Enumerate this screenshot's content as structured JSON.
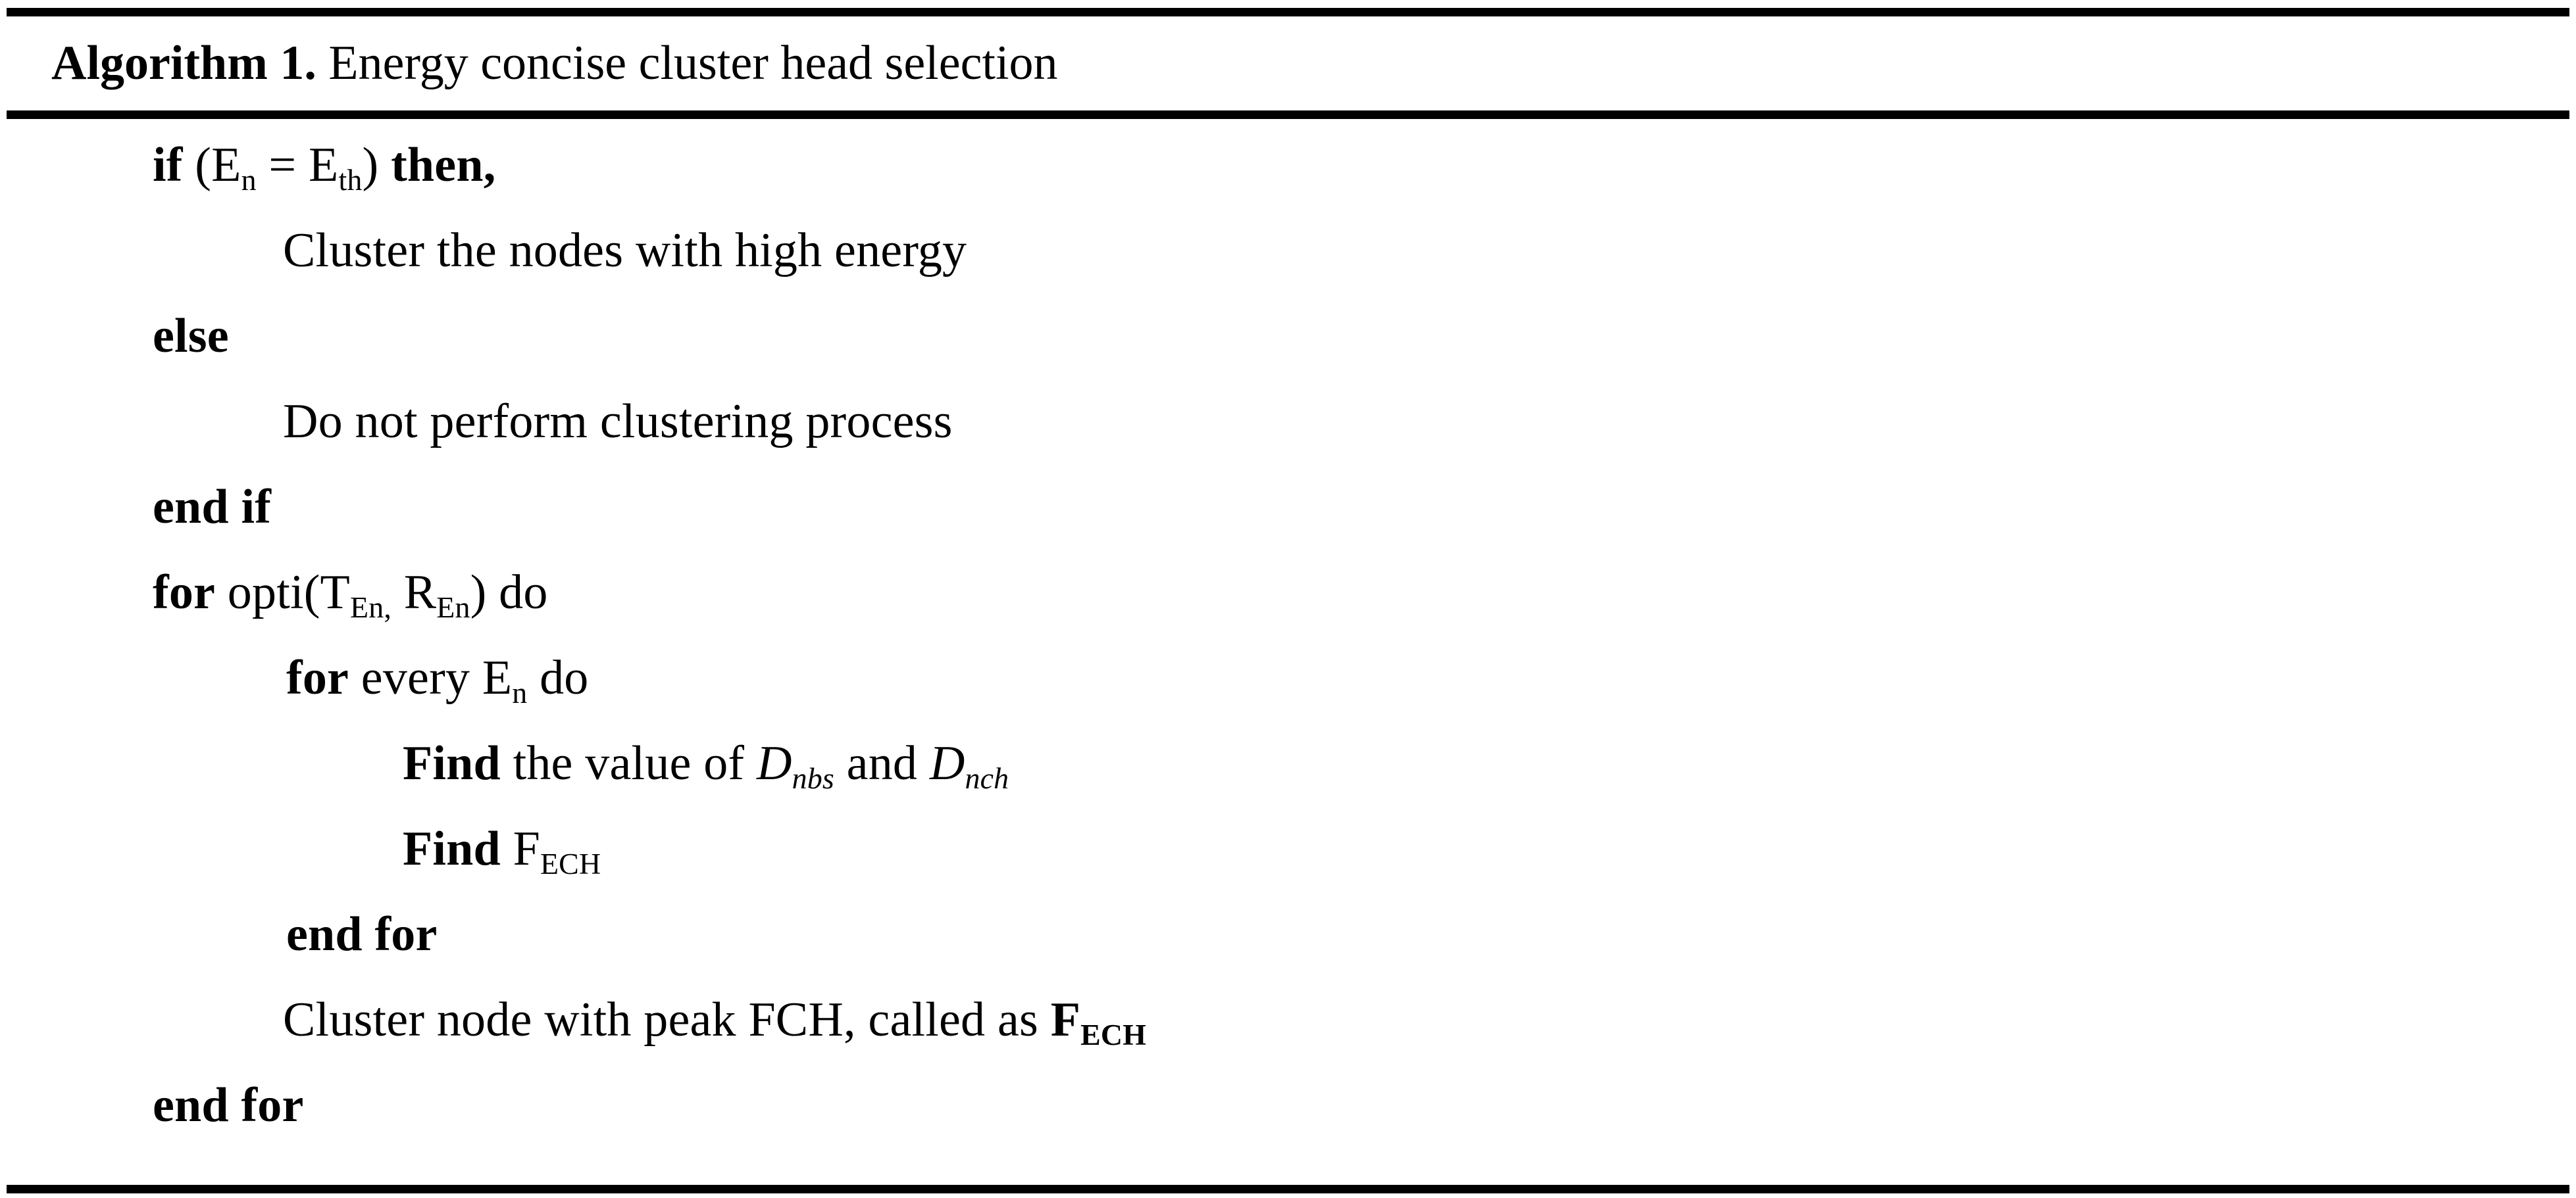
{
  "algorithm": {
    "header": {
      "label": "Algorithm 1.",
      "title": "Energy concise cluster head selection"
    },
    "lines": [
      {
        "id": "if-condition",
        "indent": 0,
        "keyword": "if",
        "text_open": " (E",
        "sub1": "n",
        "text_mid": " = E",
        "sub2": "th",
        "text_close": ") ",
        "keyword_tail": "then,"
      },
      {
        "id": "cluster-high-energy",
        "indent": 1,
        "text": "Cluster the nodes with high energy"
      },
      {
        "id": "else",
        "indent": 0,
        "keyword": "else"
      },
      {
        "id": "no-clustering",
        "indent": 1,
        "text": "Do not perform clustering process"
      },
      {
        "id": "end-if",
        "indent": 0,
        "keyword": "end if"
      },
      {
        "id": "for-opti",
        "indent": 0,
        "keyword": "for",
        "text_open": " opti(T",
        "sub1": "En,",
        "text_mid": " R",
        "sub2": "En",
        "text_close": ") do"
      },
      {
        "id": "for-every-en",
        "indent": 1,
        "keyword": "for",
        "text_open": " every E",
        "sub1": "n",
        "text_close": " do"
      },
      {
        "id": "find-dnbs-dnch",
        "indent": 2,
        "keyword": "Find",
        "text_open": " the value of ",
        "var1": "D",
        "var1_sub": "nbs",
        "text_mid": " and ",
        "var2": "D",
        "var2_sub": "nch"
      },
      {
        "id": "find-fech",
        "indent": 2,
        "keyword": "Find",
        "text_open": " F",
        "sub1": "ECH"
      },
      {
        "id": "end-for-inner",
        "indent": 1,
        "keyword": "end for"
      },
      {
        "id": "cluster-peak-fch",
        "indent": 1,
        "text": "Cluster node with peak FCH, called as ",
        "bold_var": "F",
        "bold_var_sub": "ECH"
      },
      {
        "id": "end-for-outer",
        "indent": 0,
        "keyword": "end for"
      }
    ]
  },
  "colors": {
    "text": "#000000",
    "rule": "#000000",
    "background": "#ffffff"
  }
}
